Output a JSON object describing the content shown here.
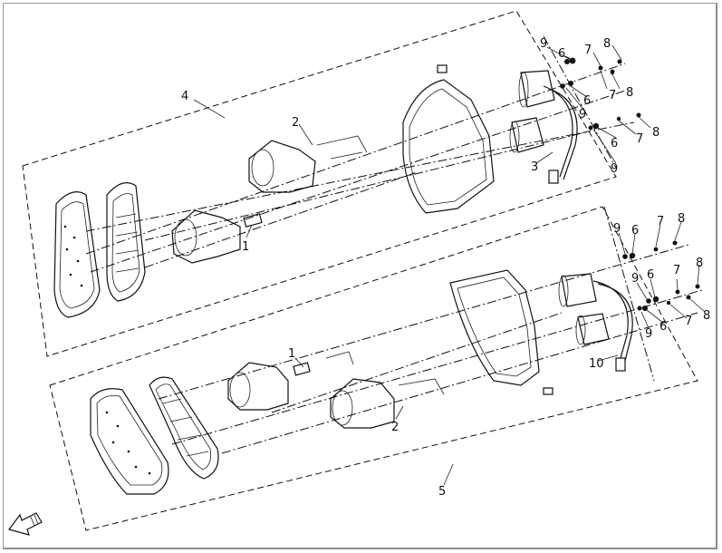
{
  "diagram": {
    "title": "Taillight assembly exploded view",
    "upper_assembly": {
      "group_label": "4",
      "callouts": [
        "2",
        "1",
        "3",
        "9",
        "6",
        "7",
        "8",
        "8",
        "7",
        "6",
        "9",
        "8",
        "7",
        "6",
        "9"
      ]
    },
    "lower_assembly": {
      "group_label": "5",
      "callouts": [
        "1",
        "2",
        "10",
        "9",
        "6",
        "7",
        "8",
        "8",
        "7",
        "6",
        "9",
        "8",
        "7",
        "6",
        "9"
      ]
    }
  },
  "navigation": {
    "back_icon": "back-arrow-icon"
  }
}
